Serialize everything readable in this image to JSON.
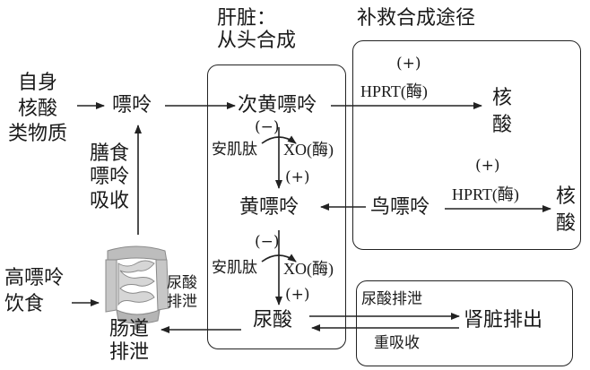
{
  "headings": {
    "liver_line1": "肝脏：",
    "liver_line2": "从头合成",
    "salvage": "补救合成途径"
  },
  "nodes": {
    "self_nucleic_line1": "自身",
    "self_nucleic_line2": "核酸",
    "self_nucleic_line3": "类物质",
    "purine": "嘌呤",
    "dietary_line1": "膳食",
    "dietary_line2": "嘌呤",
    "dietary_line3": "吸收",
    "high_purine_line1": "高嘌呤",
    "high_purine_line2": "饮食",
    "hypoxanthine": "次黄嘌呤",
    "xanthine": "黄嘌呤",
    "uric_acid": "尿酸",
    "guanine": "鸟嘌呤",
    "nucleic_acid_1_line1": "核",
    "nucleic_acid_1_line2": "酸",
    "nucleic_acid_2_line1": "核",
    "nucleic_acid_2_line2": "酸",
    "gut_excretion_line1": "肠道",
    "gut_excretion_line2": "排泄",
    "kidney_excretion": "肾脏排出"
  },
  "labels": {
    "minus_1": "(−)",
    "allopurinol_1": "安肌肽",
    "xo_1": "XO(酶)",
    "plus_1": "(+)",
    "minus_2": "(−)",
    "allopurinol_2": "安肌肽",
    "xo_2": "XO(酶)",
    "plus_2": "(+)",
    "plus_hprt_1": "(+)",
    "hprt_1": "HPRT(酶)",
    "plus_hprt_2": "(+)",
    "hprt_2": "HPRT(酶)",
    "urate_excretion_line1": "尿酸",
    "urate_excretion_line2": "排泄",
    "renal_urate_excretion": "尿酸排泄",
    "reabsorption": "重吸收"
  },
  "icons": {
    "intestine": "intestine-icon"
  }
}
